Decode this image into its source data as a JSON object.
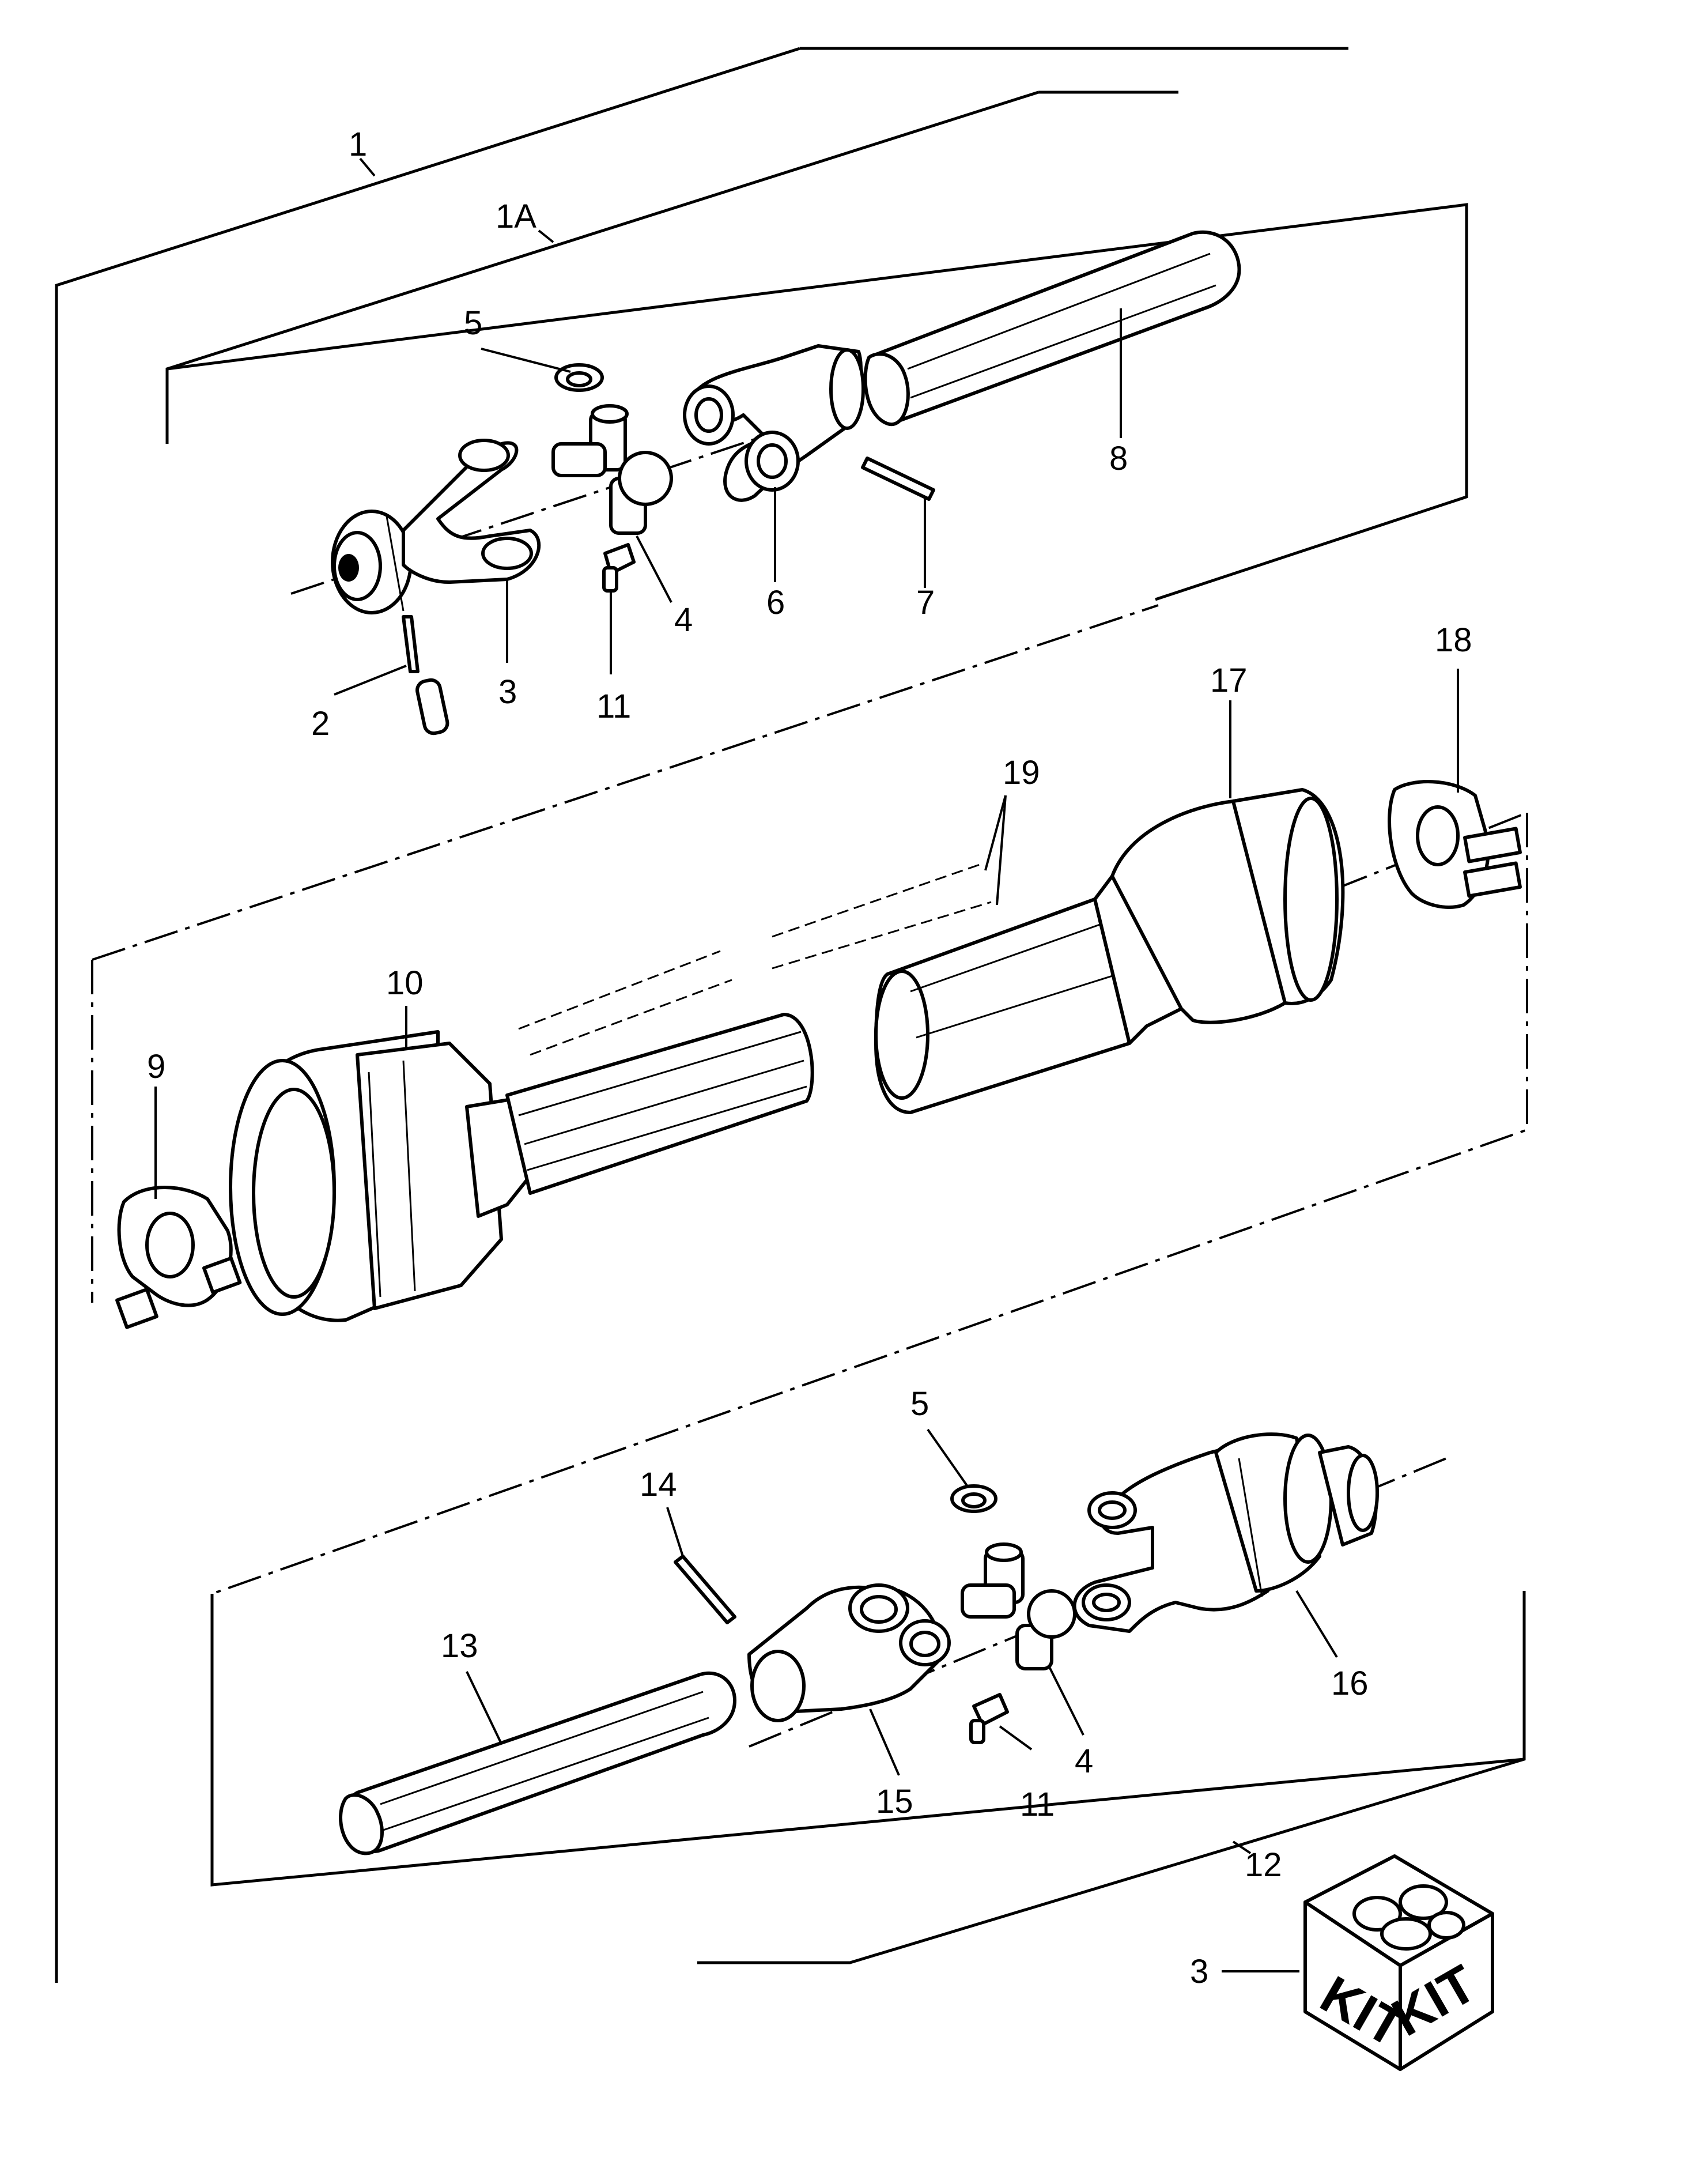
{
  "callouts": {
    "c1": "1",
    "c1a": "1A",
    "c2": "2",
    "c3_top": "3",
    "c3_kit": "3",
    "c4_top": "4",
    "c4_bottom": "4",
    "c5_top": "5",
    "c5_bottom": "5",
    "c6": "6",
    "c7": "7",
    "c8": "8",
    "c9": "9",
    "c10": "10",
    "c11_top": "11",
    "c11_bottom": "11",
    "c12": "12",
    "c13": "13",
    "c14": "14",
    "c15": "15",
    "c16": "16",
    "c17": "17",
    "c18": "18",
    "c19": "19"
  },
  "kit_box": {
    "label_left": "KIT",
    "label_right": "KIT"
  }
}
